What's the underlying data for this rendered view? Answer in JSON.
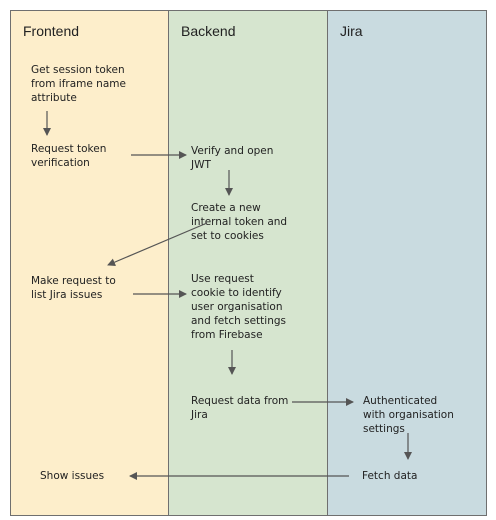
{
  "lanes": {
    "frontend": "Frontend",
    "backend": "Backend",
    "jira": "Jira"
  },
  "nodes": {
    "get_session_token": "Get session token\nfrom iframe name\nattribute",
    "request_token_verification": "Request token\nverification",
    "verify_open_jwt": "Verify and open\nJWT",
    "create_internal_token": "Create a new\ninternal token and\nset to cookies",
    "make_request_list_issues": "Make request to\nlist Jira issues",
    "use_request_cookie": "Use request\ncookie to identify\nuser organisation\nand fetch settings\nfrom Firebase",
    "request_data_from_jira": "Request data from\nJira",
    "authenticated_with_settings": "Authenticated\nwith organisation\nsettings",
    "fetch_data": "Fetch data",
    "show_issues": "Show issues"
  },
  "colors": {
    "frontend_lane": "#fdeecb",
    "backend_lane": "#d6e5cf",
    "jira_lane": "#c9dbe0",
    "border": "#6f6f6f",
    "arrow": "#555555"
  }
}
